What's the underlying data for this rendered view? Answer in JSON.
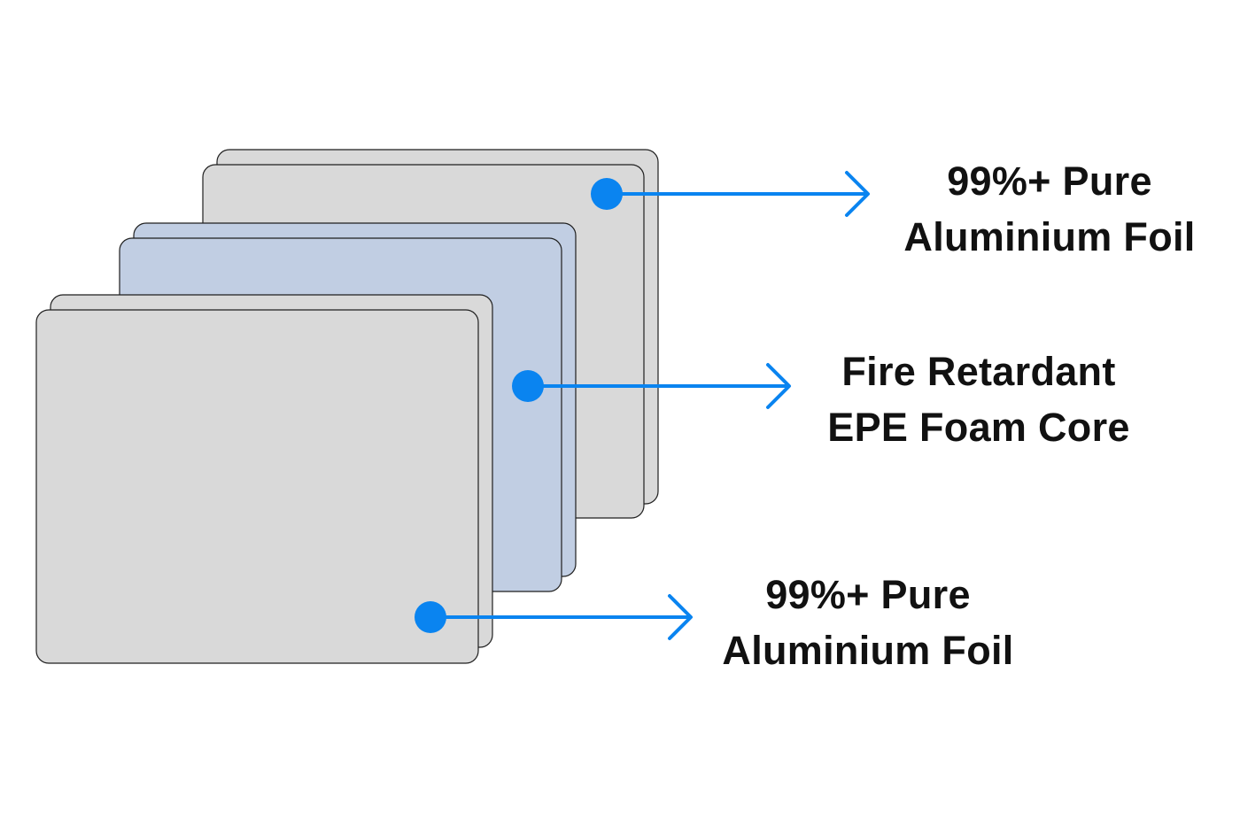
{
  "diagram": {
    "colors": {
      "foil_fill": "#d9d9d9",
      "foam_fill": "#c1cee3",
      "panel_stroke": "#1f1f1f",
      "connector": "#0a84f0",
      "text": "#111111",
      "background": "#ffffff"
    },
    "layers": [
      {
        "id": "top",
        "material": "foil",
        "line1": "99%+ Pure",
        "line2": "Aluminium Foil"
      },
      {
        "id": "core",
        "material": "foam",
        "line1": "Fire Retardant",
        "line2": "EPE Foam Core"
      },
      {
        "id": "bottom",
        "material": "foil",
        "line1": "99%+ Pure",
        "line2": "Aluminium Foil"
      }
    ]
  }
}
